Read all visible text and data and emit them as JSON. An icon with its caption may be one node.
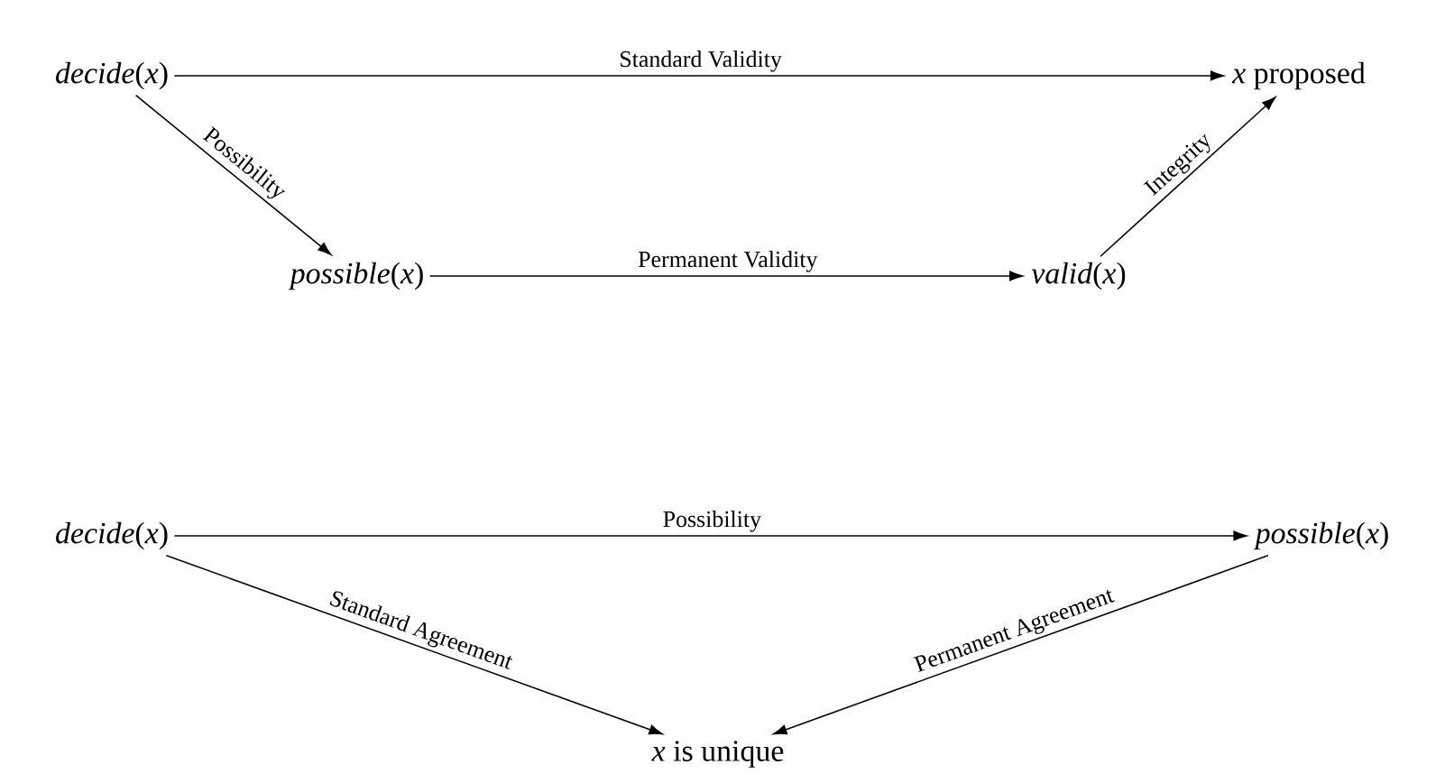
{
  "diagram": {
    "nodes": [
      {
        "text": [
          "*decide*(*x*)"
        ]
      },
      {
        "text": [
          "*x* proposed"
        ]
      },
      {
        "text": [
          "*possible*(*x*)"
        ]
      },
      {
        "text": [
          "*valid*(*x*)"
        ]
      },
      {
        "text": [
          "*decide*(*x*)"
        ]
      },
      {
        "text": [
          "*possible*(*x*)"
        ]
      },
      {
        "text": [
          "*x* is unique"
        ]
      }
    ],
    "edges": [
      {
        "from": 0,
        "to": 1,
        "arrow": "to",
        "label": "Standard Validity"
      },
      {
        "from": 0,
        "to": 2,
        "arrow": "to",
        "label": "Possibility"
      },
      {
        "from": 2,
        "to": 3,
        "arrow": "to",
        "label": "Permanent Validity"
      },
      {
        "from": 3,
        "to": 1,
        "arrow": "to",
        "label": "Integrity"
      },
      {
        "from": 4,
        "to": 5,
        "arrow": "to",
        "label": "Possibility"
      },
      {
        "from": 4,
        "to": 6,
        "arrow": "to",
        "label": "Standard Agreement"
      },
      {
        "from": 5,
        "to": 6,
        "arrow": "to",
        "label": "Permanent Agreement"
      }
    ]
  }
}
